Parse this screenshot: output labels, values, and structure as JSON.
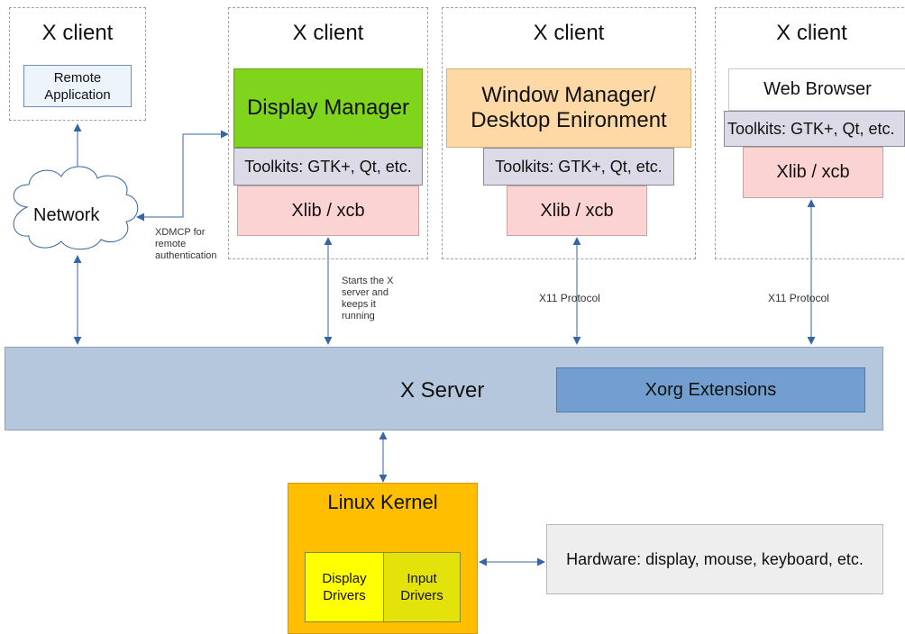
{
  "clients": {
    "title": "X client",
    "remote_app": "Remote\nApplication",
    "display_manager": "Display Manager",
    "window_manager": "Window Manager/\nDesktop Enironment",
    "web_browser": "Web Browser",
    "toolkits": "Toolkits: GTK+, Qt, etc.",
    "xlib": "Xlib / xcb"
  },
  "network": {
    "label": "Network"
  },
  "annotations": {
    "xdmcp": "XDMCP for\nremote\nauthentication",
    "starts_x": "Starts the X\nserver and\nkeeps it\nrunning",
    "x11_protocol": "X11 Protocol"
  },
  "x_server": {
    "label": "X Server",
    "extensions": "Xorg Extensions"
  },
  "kernel": {
    "label": "Linux Kernel",
    "display_drivers": "Display\nDrivers",
    "input_drivers": "Input\nDrivers"
  },
  "hardware": {
    "label": "Hardware: display, mouse, keyboard, etc."
  },
  "colors": {
    "display_manager": "#7fd41c",
    "window_manager": "#fed9a6",
    "x_server": "#b5c7dd",
    "xorg_ext": "#729fcf",
    "kernel": "#ffbf00",
    "display_drivers": "#ffff00",
    "input_drivers": "#e3e30b",
    "hardware": "#eeeeee",
    "arrow": "#3465a4"
  }
}
